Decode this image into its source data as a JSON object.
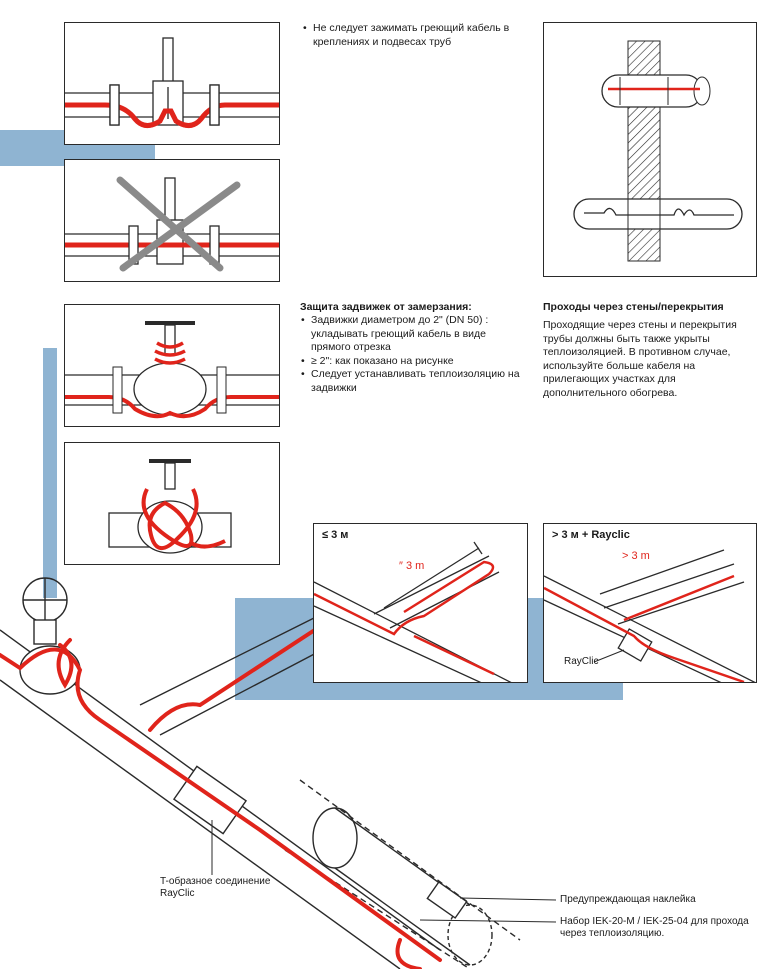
{
  "notes": {
    "clamp_warning": "Не следует зажимать греющий кабель в креплениях и подвесах труб"
  },
  "valves": {
    "title": "Защита задвижек от замерзания:",
    "bullets": [
      "Задвижки диаметром до 2\" (DN 50) : укладывать греющий кабель в виде прямого отрезка",
      "≥ 2\": как показано на рисунке",
      "Следует устанавливать теплоизоляцию на задвижки"
    ]
  },
  "walls": {
    "title": "Проходы через стены/перекрытия",
    "body": "Проходящие через стены и перекрытия трубы должны быть также укрыты теплоизоляцией. В противном случае, используйте больше кабеля на прилегающих участках для дополнительного обогрева."
  },
  "branch_short": {
    "label": "≤ 3 м",
    "dim": "″ 3 m"
  },
  "branch_long": {
    "label": "> 3 м + Rayclic",
    "dim": "> 3 m",
    "connector": "RayClic"
  },
  "main": {
    "tee_label": "T-образное соединение RayClic",
    "warning_label": "Предупреждающая наклейка",
    "kit_label": "Набор IEK-20-M / IEK-25-04 для прохода через теплоизоляцию."
  },
  "colors": {
    "cable": "#e0241b",
    "accent_band": "#8fb4d2",
    "outline": "#2a2a2a",
    "cross": "#8a8a8a"
  }
}
